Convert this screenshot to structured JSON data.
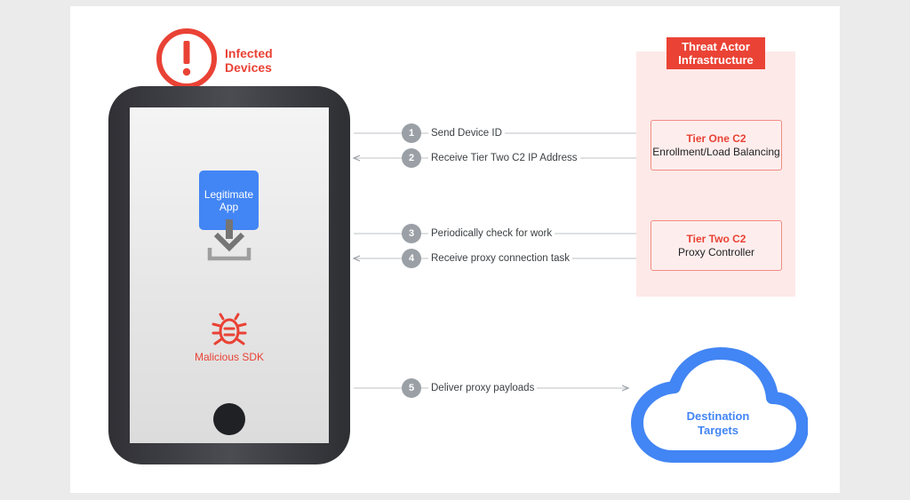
{
  "infected": {
    "label_line1": "Infected",
    "label_line2": "Devices",
    "icon": "alert-circle-icon"
  },
  "device": {
    "app_label_line1": "Legitimate",
    "app_label_line2": "App",
    "download_icon": "download-icon",
    "sdk_label": "Malicious SDK",
    "sdk_icon": "bug-icon"
  },
  "infrastructure": {
    "label_line1": "Threat Actor",
    "label_line2": "Infrastructure",
    "tier_one": {
      "title": "Tier One C2",
      "subtitle": "Enrollment/Load Balancing"
    },
    "tier_two": {
      "title": "Tier Two C2",
      "subtitle": "Proxy Controller"
    }
  },
  "destination": {
    "label_line1": "Destination",
    "label_line2": "Targets",
    "icon": "cloud-icon"
  },
  "steps": [
    {
      "number": "1",
      "label": "Send Device ID"
    },
    {
      "number": "2",
      "label": "Receive Tier Two C2 IP Address"
    },
    {
      "number": "3",
      "label": "Periodically check for work"
    },
    {
      "number": "4",
      "label": "Receive proxy connection task"
    },
    {
      "number": "5",
      "label": "Deliver proxy payloads"
    }
  ],
  "colors": {
    "red": "#e94235",
    "blue": "#4285f4",
    "gray_step": "#9aa0a6",
    "panel_pink": "#fde9e8"
  }
}
